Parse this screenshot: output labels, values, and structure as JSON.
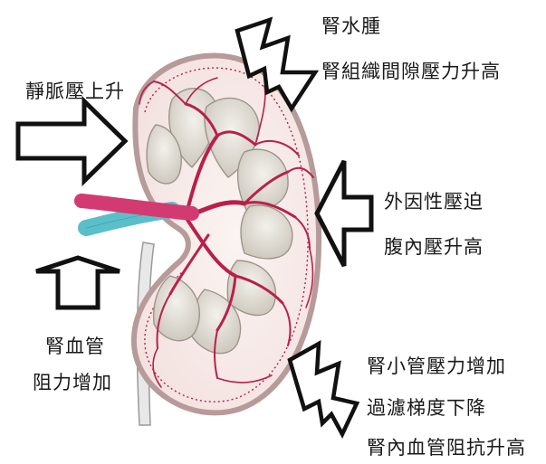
{
  "labels": {
    "hydronephrosis": "腎水腫",
    "interstitial_pressure": "腎組織間隙壓力升高",
    "venous_pressure": "靜脈壓上升",
    "external_compression": "外因性壓迫",
    "abdominal_pressure": "腹內壓升高",
    "vascular_resistance_line1": "腎血管",
    "vascular_resistance_line2": "阻力增加",
    "tubular_pressure": "腎小管壓力增加",
    "filtration_gradient": "過濾梯度下降",
    "intrarenal_resistance": "腎內血管阻抗升高"
  },
  "colors": {
    "capsule": "#c8a8a8",
    "vessel": "#b8204a",
    "artery": "#d43a72",
    "vein": "#5bbfca",
    "ureter": "#e2e2e2",
    "pyramid": "#e3dfd6",
    "outline": "#111111"
  },
  "icons": {
    "arrows": [
      "left-hollow-arrow",
      "up-hollow-arrow",
      "right-hollow-arrow"
    ],
    "lightning": [
      "upper-lightning-icon",
      "lower-lightning-icon"
    ]
  }
}
